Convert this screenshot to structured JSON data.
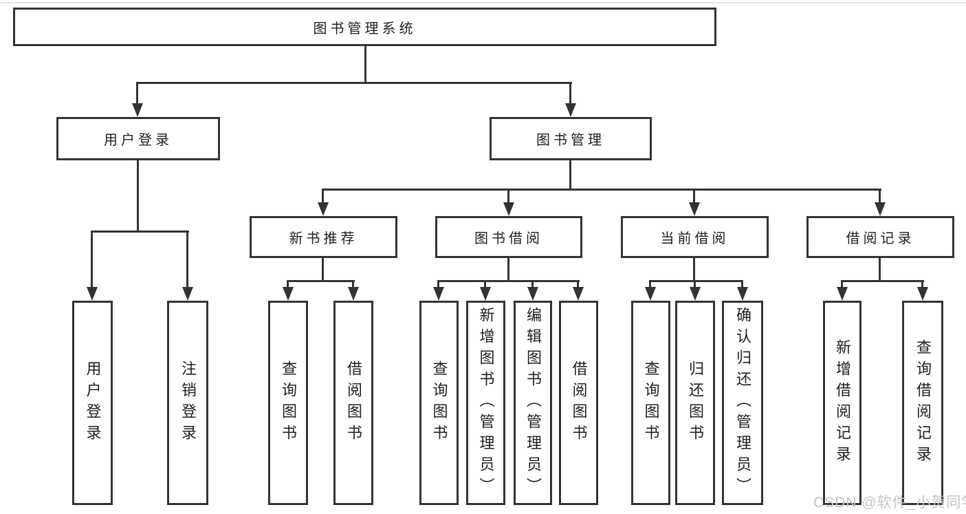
{
  "diagram_title": "图书管理系统",
  "colors": {
    "line": "#333333",
    "box_border": "#333333",
    "box_fill": "#ffffff",
    "text": "#1f1f1f",
    "watermark": "#c5c5c5",
    "background": "#ffffff"
  },
  "nodes": {
    "root": {
      "label": "图书管理系统"
    },
    "user_login": {
      "label": "用户登录"
    },
    "book_mgmt": {
      "label": "图书管理"
    },
    "new_book_rec": {
      "label": "新书推荐"
    },
    "book_borrow": {
      "label": "图书借阅"
    },
    "current_borrow": {
      "label": "当前借阅"
    },
    "borrow_record": {
      "label": "借阅记录"
    },
    "leaf_user_login": {
      "label": "用户登录"
    },
    "leaf_logout": {
      "label": "注销登录"
    },
    "leaf_query_book_rec": {
      "label": "查询图书"
    },
    "leaf_borrow_book_rec": {
      "label": "借阅图书"
    },
    "leaf_query_book_borrow": {
      "label": "查询图书"
    },
    "leaf_add_book": {
      "label": "新增图书（管理员）"
    },
    "leaf_edit_book": {
      "label": "编辑图书（管理员）"
    },
    "leaf_borrow_book": {
      "label": "借阅图书"
    },
    "leaf_query_book_current": {
      "label": "查询图书"
    },
    "leaf_return_book": {
      "label": "归还图书"
    },
    "leaf_confirm_return": {
      "label": "确认归还（管理员）"
    },
    "leaf_add_borrow_record": {
      "label": "新增借阅记录"
    },
    "leaf_query_borrow_record": {
      "label": "查询借阅记录"
    }
  },
  "edges": [
    [
      "root",
      "user_login"
    ],
    [
      "root",
      "book_mgmt"
    ],
    [
      "user_login",
      "leaf_user_login"
    ],
    [
      "user_login",
      "leaf_logout"
    ],
    [
      "book_mgmt",
      "new_book_rec"
    ],
    [
      "book_mgmt",
      "book_borrow"
    ],
    [
      "book_mgmt",
      "current_borrow"
    ],
    [
      "book_mgmt",
      "borrow_record"
    ],
    [
      "new_book_rec",
      "leaf_query_book_rec"
    ],
    [
      "new_book_rec",
      "leaf_borrow_book_rec"
    ],
    [
      "book_borrow",
      "leaf_query_book_borrow"
    ],
    [
      "book_borrow",
      "leaf_add_book"
    ],
    [
      "book_borrow",
      "leaf_edit_book"
    ],
    [
      "book_borrow",
      "leaf_borrow_book"
    ],
    [
      "current_borrow",
      "leaf_query_book_current"
    ],
    [
      "current_borrow",
      "leaf_return_book"
    ],
    [
      "current_borrow",
      "leaf_confirm_return"
    ],
    [
      "borrow_record",
      "leaf_add_borrow_record"
    ],
    [
      "borrow_record",
      "leaf_query_borrow_record"
    ]
  ],
  "watermark": "CSDN @软件_小贺同学"
}
